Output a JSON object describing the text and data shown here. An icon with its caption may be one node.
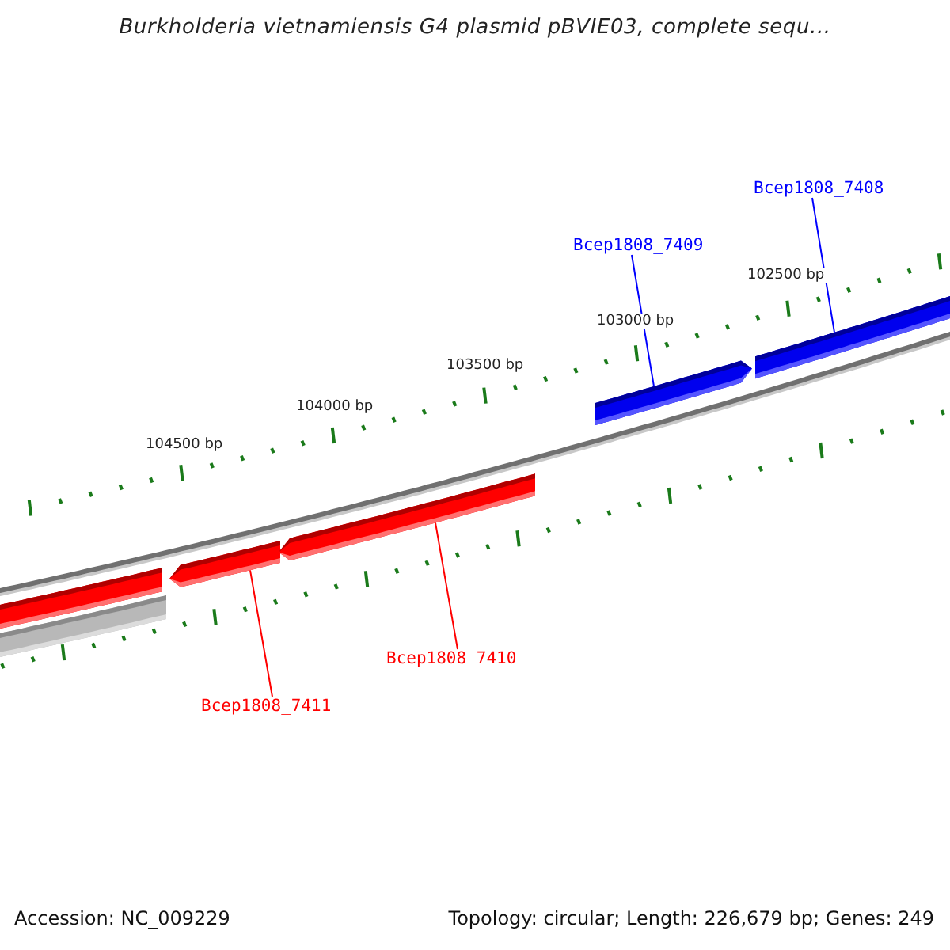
{
  "diagram": {
    "title": "Burkholderia vietnamiensis G4 plasmid pBVIE03, complete sequ...",
    "nodes": [
      {
        "text": [
          "Bcep1808_7408"
        ]
      },
      {
        "text": [
          "Bcep1808_7409"
        ]
      },
      {
        "text": [],
        "shape": "bar"
      },
      {
        "text": [],
        "shape": "bar"
      },
      {
        "text": [],
        "shape": "bar"
      },
      {
        "text": [],
        "shape": "bar"
      },
      {
        "text": [],
        "shape": "bar"
      },
      {
        "text": [],
        "shape": "bar"
      },
      {
        "text": [
          "Bcep1808_7410"
        ]
      },
      {
        "text": [
          "Bcep1808_7411"
        ]
      }
    ],
    "edges": [
      {
        "from": 0,
        "to": 6,
        "arrow": "none",
        "color": "#0000ff"
      },
      {
        "from": 1,
        "to": 5,
        "arrow": "none",
        "color": "#0000ff"
      },
      {
        "from": 8,
        "to": 4,
        "arrow": "none",
        "color": "#ff0000"
      },
      {
        "from": 9,
        "to": 3,
        "arrow": "none",
        "color": "#ff0000"
      }
    ],
    "labels": [
      "102500 bp",
      "103000 bp",
      "103500 bp",
      "104000 bp",
      "104500 bp",
      "Accession: NC_009229",
      "Topology: circular; Length: 226,679 bp; Genes: 249"
    ]
  }
}
